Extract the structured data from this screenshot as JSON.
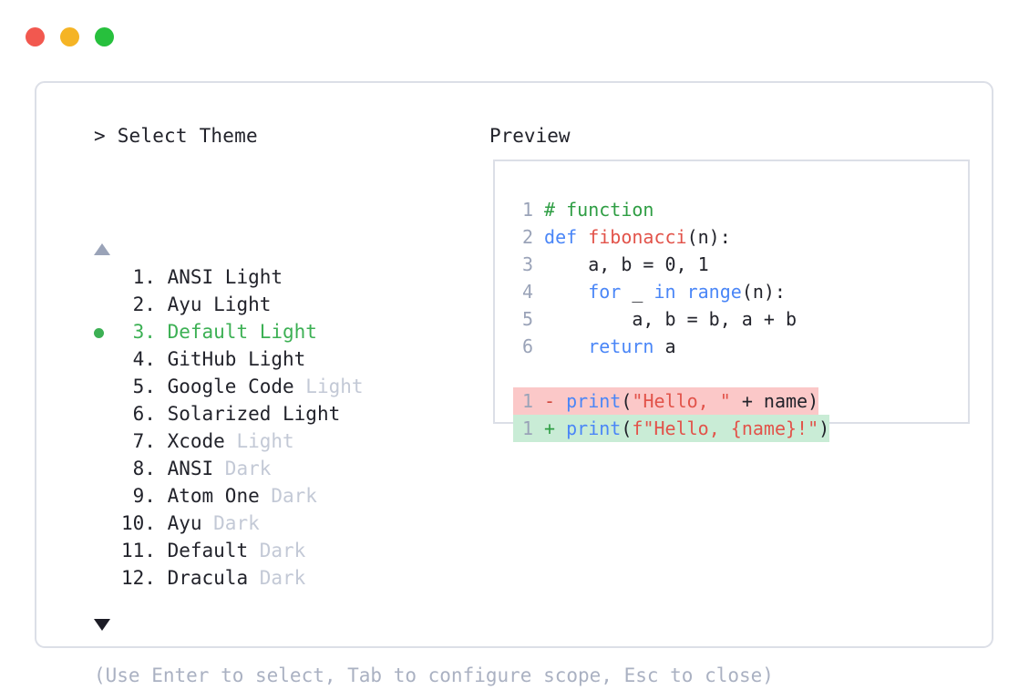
{
  "window": {
    "dots": [
      {
        "name": "close-dot",
        "color": "#f2584f"
      },
      {
        "name": "minimize-dot",
        "color": "#f5b425"
      },
      {
        "name": "maximize-dot",
        "color": "#27c03d"
      }
    ]
  },
  "prompt": {
    "caret": ">",
    "title": "Select Theme"
  },
  "scroll": {
    "up_icon": "triangle-up",
    "down_icon": "triangle-down"
  },
  "themes": {
    "selected_index": 3,
    "items": [
      {
        "num": " 1.",
        "name": "ANSI",
        "variant": "Light",
        "variant_muted": false,
        "selected": false
      },
      {
        "num": " 2.",
        "name": "Ayu",
        "variant": "Light",
        "variant_muted": false,
        "selected": false
      },
      {
        "num": " 3.",
        "name": "Default",
        "variant": "Light",
        "variant_muted": false,
        "selected": true
      },
      {
        "num": " 4.",
        "name": "GitHub",
        "variant": "Light",
        "variant_muted": false,
        "selected": false
      },
      {
        "num": " 5.",
        "name": "Google Code",
        "variant": "Light",
        "variant_muted": true,
        "selected": false
      },
      {
        "num": " 6.",
        "name": "Solarized",
        "variant": "Light",
        "variant_muted": false,
        "selected": false
      },
      {
        "num": " 7.",
        "name": "Xcode",
        "variant": "Light",
        "variant_muted": true,
        "selected": false
      },
      {
        "num": " 8.",
        "name": "ANSI",
        "variant": "Dark",
        "variant_muted": true,
        "selected": false
      },
      {
        "num": " 9.",
        "name": "Atom One",
        "variant": "Dark",
        "variant_muted": true,
        "selected": false
      },
      {
        "num": "10.",
        "name": "Ayu",
        "variant": "Dark",
        "variant_muted": true,
        "selected": false
      },
      {
        "num": "11.",
        "name": "Default",
        "variant": "Dark",
        "variant_muted": true,
        "selected": false
      },
      {
        "num": "12.",
        "name": "Dracula",
        "variant": "Dark",
        "variant_muted": true,
        "selected": false
      }
    ]
  },
  "hint": {
    "text": "(Use Enter to select, Tab to configure scope, Esc to close)"
  },
  "preview": {
    "label": "Preview",
    "code_lines": [
      {
        "ln": "1",
        "tokens": [
          {
            "t": "# function",
            "c": "tok-comment"
          }
        ]
      },
      {
        "ln": "2",
        "tokens": [
          {
            "t": "def ",
            "c": "tok-keyword"
          },
          {
            "t": "fibonacci",
            "c": "tok-func"
          },
          {
            "t": "(n):",
            "c": "tok-plain"
          }
        ]
      },
      {
        "ln": "3",
        "tokens": [
          {
            "t": "    a, b = 0, 1",
            "c": "tok-plain"
          }
        ]
      },
      {
        "ln": "4",
        "tokens": [
          {
            "t": "    for ",
            "c": "tok-keyword"
          },
          {
            "t": "_ ",
            "c": "tok-plain"
          },
          {
            "t": "in ",
            "c": "tok-keyword"
          },
          {
            "t": "range",
            "c": "tok-builtin"
          },
          {
            "t": "(n):",
            "c": "tok-plain"
          }
        ]
      },
      {
        "ln": "5",
        "tokens": [
          {
            "t": "        a, b = b, a + b",
            "c": "tok-plain"
          }
        ]
      },
      {
        "ln": "6",
        "tokens": [
          {
            "t": "    return ",
            "c": "tok-keyword"
          },
          {
            "t": "a",
            "c": "tok-plain"
          }
        ]
      }
    ],
    "diff_lines": [
      {
        "ln": "1",
        "kind": "del",
        "marker": "-",
        "tokens": [
          {
            "t": "print",
            "c": "tok-builtin"
          },
          {
            "t": "(",
            "c": "tok-plain"
          },
          {
            "t": "\"Hello, \"",
            "c": "tok-string"
          },
          {
            "t": " + name)",
            "c": "tok-plain"
          }
        ]
      },
      {
        "ln": "1",
        "kind": "add",
        "marker": "+",
        "tokens": [
          {
            "t": "print",
            "c": "tok-builtin"
          },
          {
            "t": "(",
            "c": "tok-plain"
          },
          {
            "t": "f\"Hello, {name}!\"",
            "c": "tok-string"
          },
          {
            "t": ")",
            "c": "tok-plain"
          }
        ]
      }
    ]
  },
  "colors": {
    "accent_green": "#3cb054",
    "border": "#dcdfe7",
    "muted_text": "#c3c9d6",
    "hint_text": "#aab1c2",
    "diff_del_bg": "#fbc8c8",
    "diff_add_bg": "#c9ecd6"
  }
}
